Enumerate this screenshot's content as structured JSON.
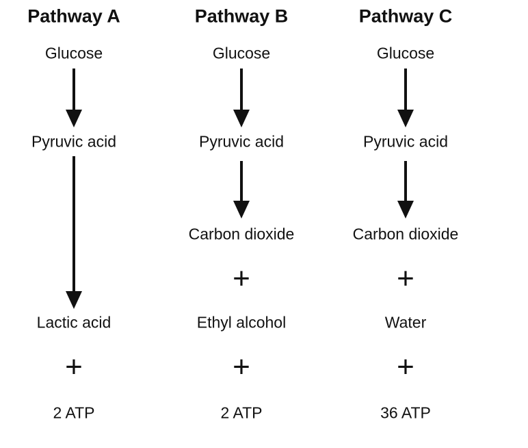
{
  "pathways": [
    {
      "title": "Pathway A",
      "start": "Glucose",
      "intermediate": "Pyruvic acid",
      "co_product": null,
      "product": "Lactic acid",
      "atp": "2 ATP"
    },
    {
      "title": "Pathway B",
      "start": "Glucose",
      "intermediate": "Pyruvic acid",
      "co_product": "Carbon dioxide",
      "product": "Ethyl alcohol",
      "atp": "2 ATP"
    },
    {
      "title": "Pathway C",
      "start": "Glucose",
      "intermediate": "Pyruvic acid",
      "co_product": "Carbon dioxide",
      "product": "Water",
      "atp": "36 ATP"
    }
  ],
  "plus_symbol": "+"
}
